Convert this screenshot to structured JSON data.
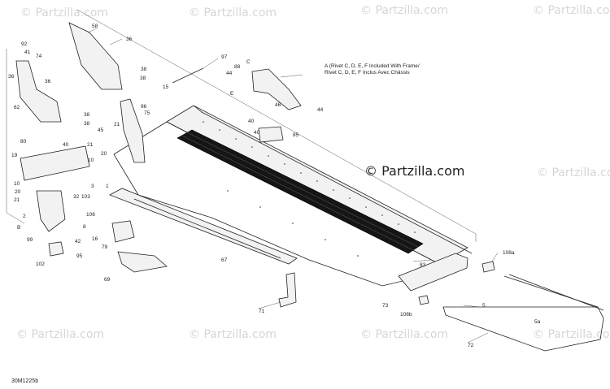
{
  "watermarks": {
    "brand_main": "© Partzilla.com",
    "brand_faded": "© Partzilla.com"
  },
  "note": {
    "line1": "A (Rivet C, D, E, F Included With Frame/",
    "line2": "Rivet C, D, E, F Inclus Avec Châssis"
  },
  "diagram_code": "30M1225b",
  "callouts": {
    "c1": "58",
    "c2": "92",
    "c3": "41",
    "c4": "74",
    "c5": "36",
    "c6": "36",
    "c7": "38",
    "c8": "38",
    "c9": "97",
    "c10": "C",
    "c11": "88",
    "c12": "44",
    "c13": "15",
    "c14": "96",
    "c15": "75",
    "c16": "E",
    "c17": "46",
    "c18": "44",
    "c19": "36",
    "c20": "62",
    "c21": "38",
    "c22": "38",
    "c23": "21",
    "c24": "45",
    "c25": "40",
    "c26": "40",
    "c27": "85",
    "c28": "80",
    "c29": "40",
    "c30": "21",
    "c31": "20",
    "c32": "19",
    "c33": "10",
    "c34": "10",
    "c35": "20",
    "c36": "21",
    "c37": "32",
    "c38": "103",
    "c39": "3",
    "c40": "1",
    "c41": "2",
    "c42": "B",
    "c43": "106",
    "c44": "8",
    "c45": "99",
    "c46": "42",
    "c47": "16",
    "c48": "79",
    "c49": "95",
    "c50": "102",
    "c51": "69",
    "c52": "67",
    "c53": "83",
    "c54": "108a",
    "c55": "73",
    "c56": "108b",
    "c57": "5",
    "c58": "71",
    "c59": "5a",
    "c60": "72"
  }
}
